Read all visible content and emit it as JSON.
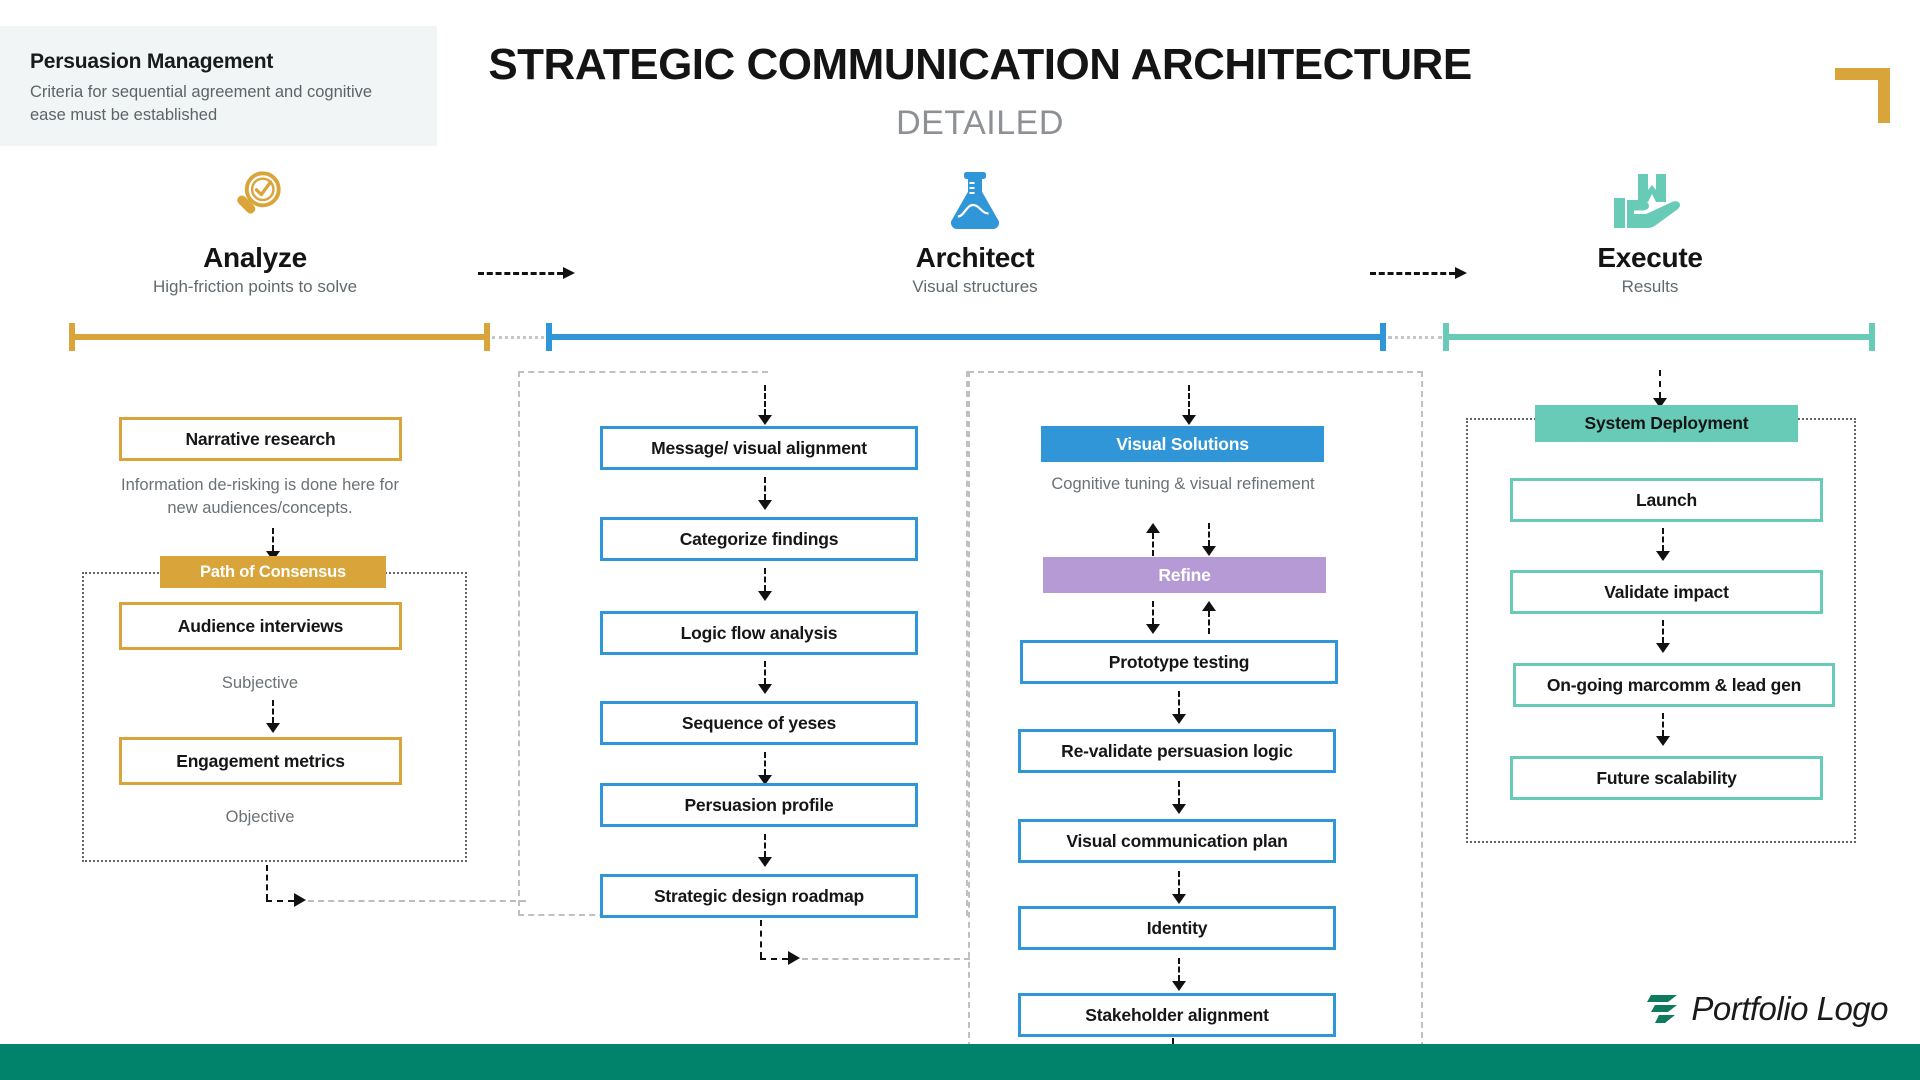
{
  "header": {
    "callout_title": "Persuasion Management",
    "callout_body": "Criteria for sequential agreement and cognitive ease must be established",
    "title": "STRATEGIC COMMUNICATION ARCHITECTURE",
    "subtitle": "DETAILED",
    "corner_accent_icon": "corner-bracket-icon"
  },
  "colors": {
    "gold": "#d9a53b",
    "blue": "#3196d8",
    "teal": "#68cbb8",
    "purple": "#b69ad6",
    "footer_green": "#00826b",
    "callout_bg": "#f1f5f5",
    "muted_text": "#6b7175"
  },
  "phases": [
    {
      "name": "Analyze",
      "sub": "High-friction points to solve",
      "icon": "magnifier-check-icon",
      "color": "#d9a53b"
    },
    {
      "name": "Architect",
      "sub": "Visual structures",
      "icon": "flask-icon",
      "color": "#3196d8"
    },
    {
      "name": "Execute",
      "sub": "Results",
      "icon": "hand-holding-book-icon",
      "color": "#68cbb8"
    }
  ],
  "columns": {
    "analyze": {
      "top_box": "Narrative research",
      "note_1": "Information de-risking is done here for new audiences/concepts.",
      "group_header": "Path of Consensus",
      "items": [
        {
          "label": "Audience interviews",
          "note": "Subjective"
        },
        {
          "label": "Engagement metrics",
          "note": "Objective"
        }
      ]
    },
    "architect_left": {
      "items": [
        "Message/ visual alignment",
        "Categorize findings",
        "Logic flow analysis",
        "Sequence of yeses",
        "Persuasion profile",
        "Strategic design roadmap"
      ]
    },
    "architect_right": {
      "header": "Visual Solutions",
      "note": "Cognitive tuning & visual refinement",
      "loop_box": "Refine",
      "items": [
        "Prototype testing",
        "Re-validate persuasion logic",
        "Visual communication plan",
        "Identity",
        "Stakeholder alignment"
      ]
    },
    "execute": {
      "header": "System Deployment",
      "items": [
        "Launch",
        "Validate impact",
        "On-going marcomm & lead gen",
        "Future scalability"
      ]
    }
  },
  "footer": {
    "logo_text": "Portfolio Logo",
    "logo_mark_icon": "swoosh-bars-icon"
  }
}
